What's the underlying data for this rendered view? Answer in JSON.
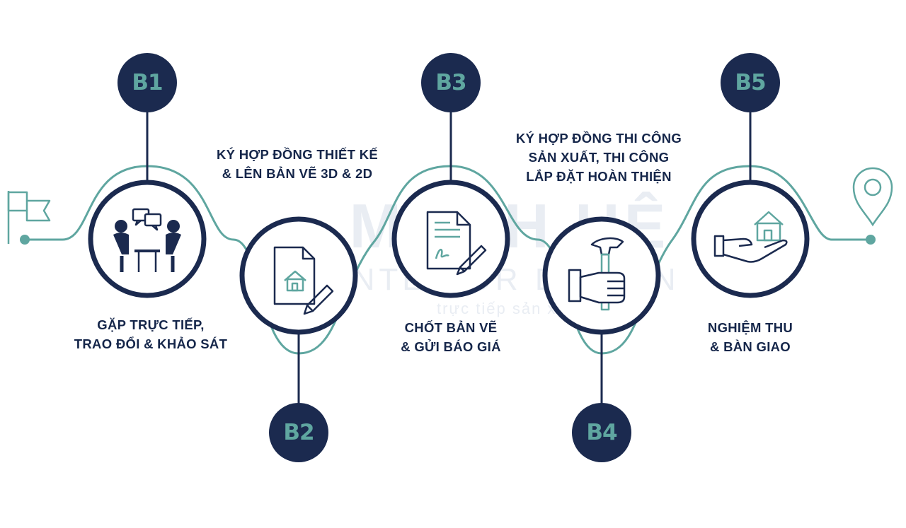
{
  "watermark": {
    "brand": "MẠNH HỆ",
    "sub": "INTERIOR DESIGN",
    "tagline": "trực tiếp sản xuất"
  },
  "steps": [
    {
      "label": "B1",
      "icon": "meeting-icon",
      "lines": [
        "GẶP TRỰC TIẾP,",
        "TRAO ĐỔI & KHẢO SÁT"
      ]
    },
    {
      "label": "B2",
      "icon": "design-document-icon",
      "lines": [
        "KÝ HỢP ĐỒNG THIẾT KẾ",
        "& LÊN BẢN VẼ 3D & 2D"
      ]
    },
    {
      "label": "B3",
      "icon": "signed-contract-icon",
      "lines": [
        "CHỐT BẢN VẼ",
        "& GỬI BÁO GIÁ"
      ]
    },
    {
      "label": "B4",
      "icon": "hammer-hand-icon",
      "lines": [
        "KÝ HỢP ĐỒNG THI CÔNG",
        "SẢN XUẤT, THI CÔNG",
        "LẮP ĐẶT HOÀN THIỆN"
      ]
    },
    {
      "label": "B5",
      "icon": "house-handover-icon",
      "lines": [
        "NGHIỆM THU",
        "& BÀN GIAO"
      ]
    }
  ],
  "start_icon": "flag-icon",
  "end_icon": "location-pin-icon",
  "colors": {
    "navy": "#1b2a4f",
    "teal": "#5fa6a0",
    "text": "#15264a"
  }
}
